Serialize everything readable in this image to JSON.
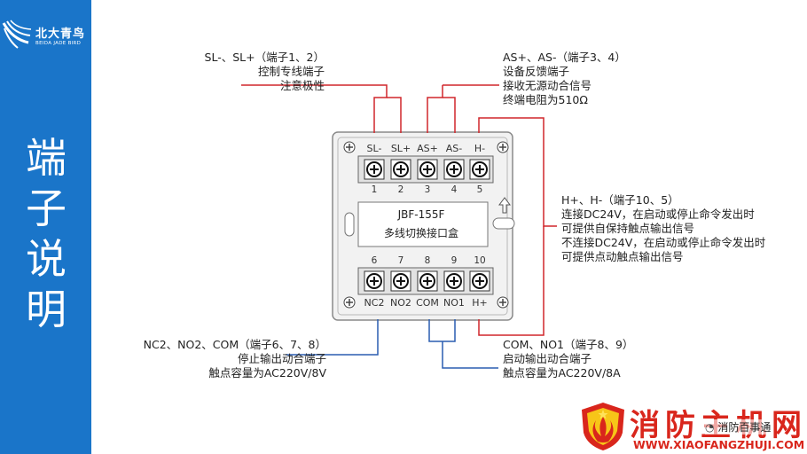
{
  "logo": {
    "cn": "北大青鸟",
    "en": "BEIDA JADE BIRD"
  },
  "slide_title": [
    "端",
    "子",
    "说",
    "明"
  ],
  "module": {
    "model": "JBF-155F",
    "name": "多线切换接口盒"
  },
  "top_labels": [
    "SL-",
    "SL+",
    "AS+",
    "AS-",
    "H-"
  ],
  "top_numbers": [
    "1",
    "2",
    "3",
    "4",
    "5"
  ],
  "bottom_numbers": [
    "6",
    "7",
    "8",
    "9",
    "10"
  ],
  "bottom_labels": [
    "NC2",
    "NO2",
    "COM",
    "NO1",
    "H+"
  ],
  "annotations": {
    "sl": [
      "SL-、SL+（端子1、2）",
      "控制专线端子",
      "注意极性"
    ],
    "as": [
      "AS+、AS-（端子3、4）",
      "设备反馈端子",
      "接收无源动合信号",
      "终端电阻为510Ω"
    ],
    "h": [
      "H+、H-（端子10、5）",
      "连接DC24V，在启动或停止命令发出时",
      "可提供自保持触点输出信号",
      "不连接DC24V，在启动或停止命令发出时",
      "可提供点动触点输出信号"
    ],
    "nc2": [
      "NC2、NO2、COM（端子6、7、8）",
      "停止输出动合端子",
      "触点容量为AC220V/8V"
    ],
    "no1": [
      "COM、NO1（端子8、9）",
      "启动输出动合端子",
      "触点容量为AC220V/8A"
    ]
  },
  "watermark": {
    "title": "消防主机网",
    "url": "WWW.XIAOFANGZHUJI.COM",
    "overlay": "消防百事通"
  },
  "colors": {
    "sidebar": "#1a75c9",
    "red_wire": "#d0262b",
    "blue_wire": "#2a5db0",
    "brand_red": "#d9261c"
  }
}
